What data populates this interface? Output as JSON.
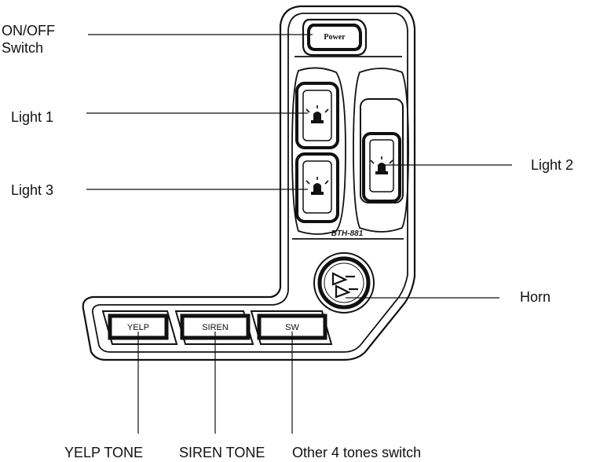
{
  "device": {
    "model": "BTH-881",
    "buttons": {
      "power": "Power",
      "yelp": "YELP",
      "siren": "SIREN",
      "sw": "SW"
    },
    "icons": {
      "light_1": "warning-light-icon",
      "light_2": "warning-light-icon",
      "light_3": "warning-light-icon",
      "horn": "horn-icon"
    }
  },
  "callouts": {
    "on_off_line1": "ON/OFF",
    "on_off_line2": "Switch",
    "light_1": "Light 1",
    "light_2": "Light 2",
    "light_3": "Light 3",
    "horn": "Horn",
    "yelp_tone": "YELP TONE",
    "siren_tone": "SIREN TONE",
    "other_tones": "Other 4 tones switch"
  },
  "colors": {
    "stroke": "#111111",
    "background": "#ffffff"
  }
}
